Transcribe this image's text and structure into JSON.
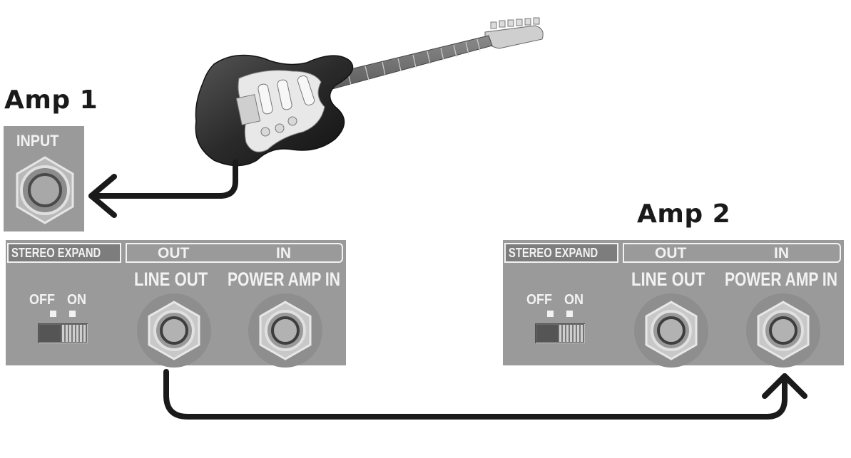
{
  "amp1": {
    "title": "Amp 1",
    "input_label": "INPUT",
    "stereo_expand_label": "STEREO EXPAND",
    "out_label": "OUT",
    "in_label": "IN",
    "line_out_label": "LINE OUT",
    "power_amp_in_label": "POWER AMP IN",
    "switch_off_label": "OFF",
    "switch_on_label": "ON"
  },
  "amp2": {
    "title": "Amp 2",
    "stereo_expand_label": "STEREO EXPAND",
    "out_label": "OUT",
    "in_label": "IN",
    "line_out_label": "LINE OUT",
    "power_amp_in_label": "POWER AMP IN",
    "switch_off_label": "OFF",
    "switch_on_label": "ON"
  },
  "colors": {
    "panel": "#9a9a9a",
    "panel_text": "#f2f2f2",
    "cable": "#1a1a1a",
    "guitar_body": "#2e2e2e"
  }
}
